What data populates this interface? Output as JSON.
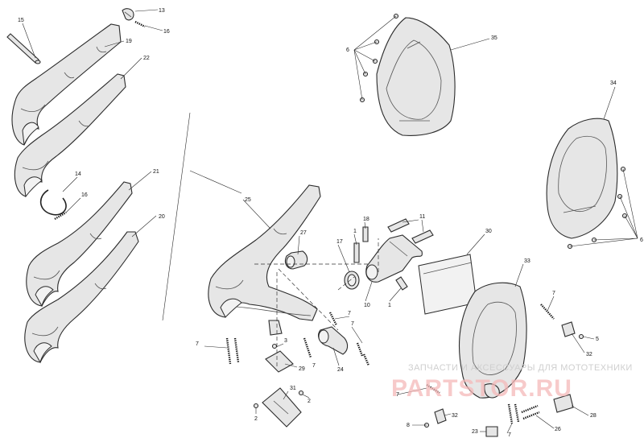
{
  "watermark": {
    "line1": "ЗАПЧАСТИ И АКСЕССУАРЫ ДЛЯ МОТОТЕХНИКИ",
    "line2": "PARTSTOR.RU",
    "color": "#f4b8b8"
  },
  "callouts": [
    {
      "id": "15"
    },
    {
      "id": "13"
    },
    {
      "id": "16"
    },
    {
      "id": "19"
    },
    {
      "id": "22"
    },
    {
      "id": "14"
    },
    {
      "id": "16"
    },
    {
      "id": "21"
    },
    {
      "id": "20"
    },
    {
      "id": "25"
    },
    {
      "id": "27"
    },
    {
      "id": "17"
    },
    {
      "id": "18"
    },
    {
      "id": "11"
    },
    {
      "id": "1"
    },
    {
      "id": "10"
    },
    {
      "id": "1"
    },
    {
      "id": "7"
    },
    {
      "id": "7"
    },
    {
      "id": "3"
    },
    {
      "id": "29"
    },
    {
      "id": "7"
    },
    {
      "id": "24"
    },
    {
      "id": "7"
    },
    {
      "id": "31"
    },
    {
      "id": "2"
    },
    {
      "id": "2"
    },
    {
      "id": "6"
    },
    {
      "id": "35"
    },
    {
      "id": "34"
    },
    {
      "id": "6"
    },
    {
      "id": "30"
    },
    {
      "id": "33"
    },
    {
      "id": "7"
    },
    {
      "id": "5"
    },
    {
      "id": "32"
    },
    {
      "id": "7"
    },
    {
      "id": "28"
    },
    {
      "id": "8"
    },
    {
      "id": "32"
    },
    {
      "id": "26"
    },
    {
      "id": "23"
    },
    {
      "id": "7"
    }
  ]
}
